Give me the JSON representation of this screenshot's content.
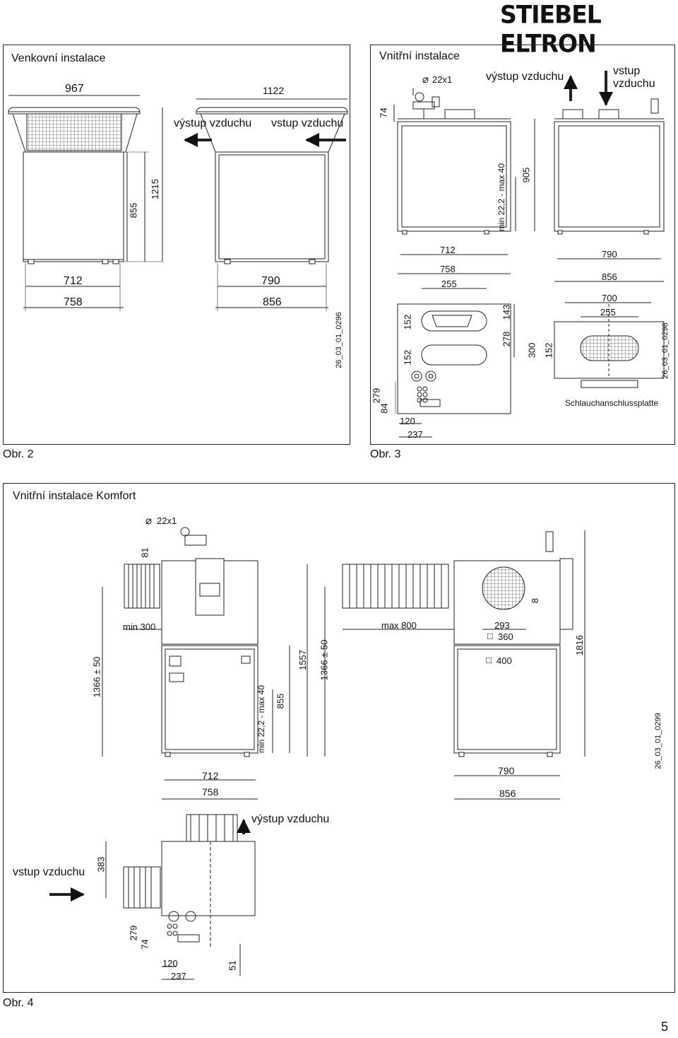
{
  "brand": "STIEBEL ELTRON",
  "page_number": "5",
  "figure2": {
    "caption": "Obr. 2",
    "title": "Venkovní instalace",
    "outlet_label": "výstup vzduchu",
    "inlet_label": "vstup vzduchu",
    "dims": {
      "top_left": "967",
      "top_right": "1122",
      "h1": "855",
      "h2": "1215",
      "w1": "712",
      "w2": "758",
      "w3": "790",
      "w4": "856"
    },
    "code": "26_03_01_0296"
  },
  "figure3": {
    "caption": "Obr. 3",
    "title": "Vnitřní instalace",
    "pipe": "22x1",
    "outlet_label": "výstup vzduchu",
    "inlet_label": "vstup vzduchu",
    "dims": {
      "d74": "74",
      "min_max": "min 22,2 - max 40",
      "d905": "905",
      "d712": "712",
      "d758": "758",
      "d255": "255",
      "d152a": "152",
      "d152b": "152",
      "d143": "143",
      "d278": "278",
      "d279": "279",
      "d84": "84",
      "d120": "120",
      "d237": "237",
      "d790": "790",
      "d856": "856",
      "d700": "700",
      "d255b": "255",
      "d300": "300",
      "d152c": "152"
    },
    "hose_plate": "Schlauchanschlussplatte",
    "code": "26_03_01_0298"
  },
  "figure4": {
    "caption": "Obr. 4",
    "title": "Vnitřní instalace Komfort",
    "pipe": "22x1",
    "outlet_label": "výstup vzduchu",
    "inlet_label": "vstup vzduchu",
    "dims": {
      "d81": "81",
      "min300": "min 300",
      "d1366a": "1366 ± 50",
      "min_max": "min 22,2 - max 40",
      "d855": "855",
      "d1557": "1557",
      "d1366b": "1366 ± 50",
      "max800": "max 800",
      "d293": "293",
      "d360": "360",
      "d400": "400",
      "d8": "8",
      "d1816": "1816",
      "d712": "712",
      "d758": "758",
      "d790": "790",
      "d856": "856",
      "d383": "383",
      "d279": "279",
      "d74": "74",
      "d120": "120",
      "d237": "237",
      "d51": "51"
    },
    "code": "26_03_01_0299"
  }
}
